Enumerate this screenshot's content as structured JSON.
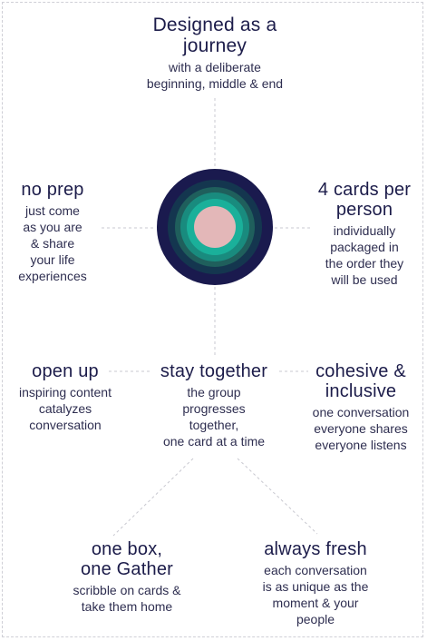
{
  "colors": {
    "outer_ring": "#1a1a4e",
    "ring2": "#14364f",
    "ring3": "#1f5f5c",
    "ring4": "#198b7e",
    "ring5": "#1ab09a",
    "core": "#e3b7b8",
    "text": "#1c1c4a",
    "connector": "#c8c8d0"
  },
  "nodes": {
    "top": {
      "title_lines": [
        "Designed as a",
        "journey"
      ],
      "desc_lines": [
        "with a deliberate",
        "beginning, middle & end"
      ]
    },
    "left": {
      "title_lines": [
        "no prep"
      ],
      "desc_lines": [
        "just come",
        "as you are",
        "& share",
        "your life",
        "experiences"
      ]
    },
    "right": {
      "title_lines": [
        "4 cards per",
        "person"
      ],
      "desc_lines": [
        "individually",
        "packaged in",
        "the order they",
        "will be used"
      ]
    },
    "open_up": {
      "title_lines": [
        "open up"
      ],
      "desc_lines": [
        "inspiring content",
        "catalyzes",
        "conversation"
      ]
    },
    "stay_together": {
      "title_lines": [
        "stay together"
      ],
      "desc_lines": [
        "the group",
        "progresses",
        "together,",
        "one card at a time"
      ]
    },
    "cohesive": {
      "title_lines": [
        "cohesive &",
        "inclusive"
      ],
      "desc_lines": [
        "one conversation",
        "everyone shares",
        "everyone listens"
      ]
    },
    "one_box": {
      "title_lines": [
        "one box,",
        "one Gather"
      ],
      "desc_lines": [
        "scribble on cards &",
        "take them home"
      ]
    },
    "always_fresh": {
      "title_lines": [
        "always fresh"
      ],
      "desc_lines": [
        "each conversation",
        "is as unique as the",
        "moment & your",
        "people"
      ]
    }
  }
}
